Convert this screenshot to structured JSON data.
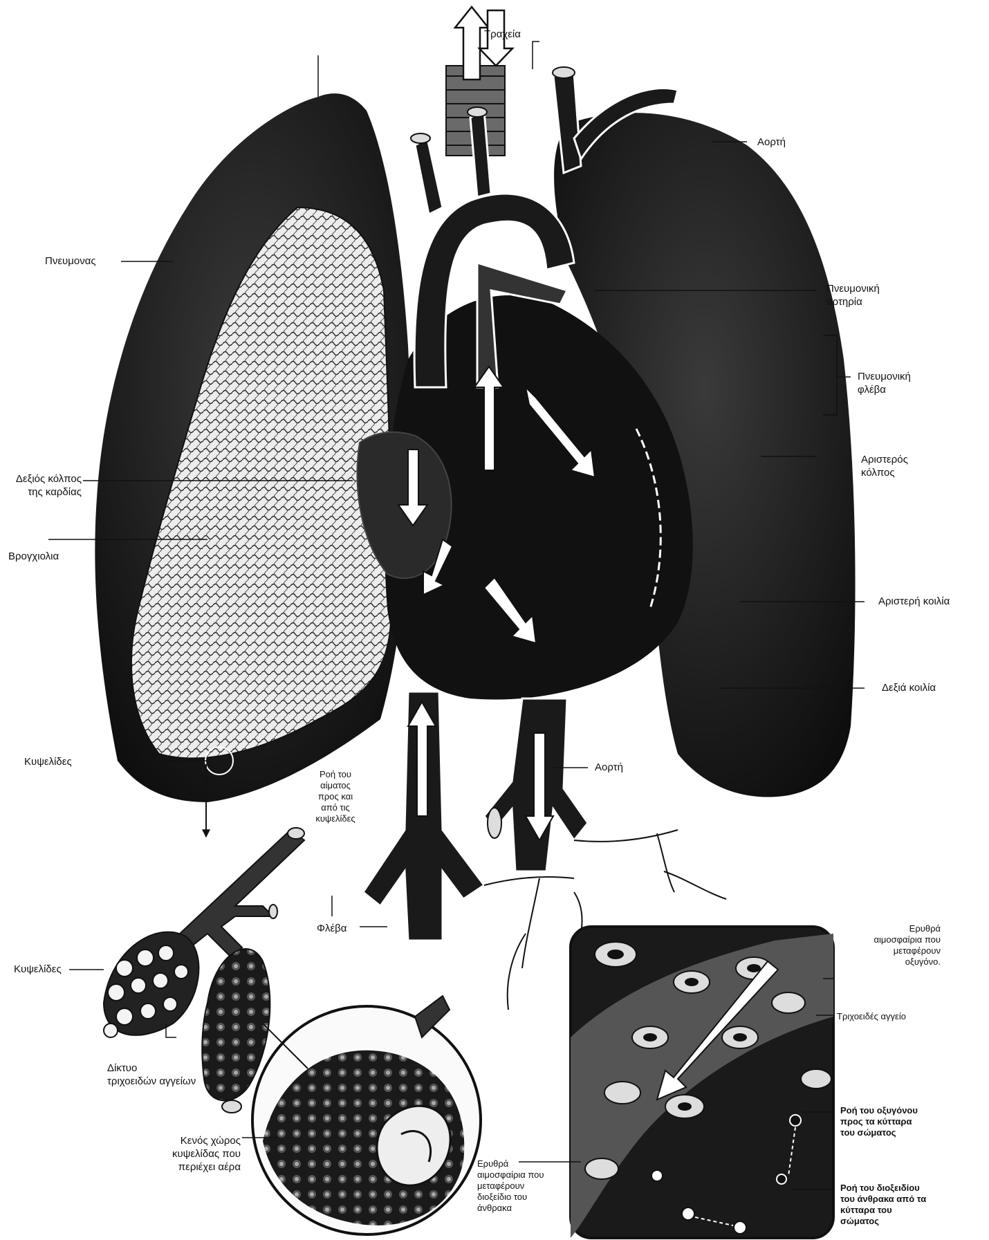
{
  "labels": {
    "trachea": "Τραχεία",
    "aorta_top": "Αορτή",
    "lung": "Πνευμονας",
    "pulmonary_artery": [
      "Πνευμονική",
      "αρτηρία"
    ],
    "pulmonary_vein": [
      "Πνευμονική",
      "φλέβα"
    ],
    "left_atrium": [
      "Αριστερός",
      "κόλπος"
    ],
    "right_atrium": [
      "Δεξιός κόλπος",
      "της καρδίας"
    ],
    "bronchioles": "Βρογχιολια",
    "left_ventricle": "Αριστερή κοιλία",
    "right_ventricle": "Δεξιά κοιλία",
    "alveoli_top": "Κυψελίδες",
    "blood_flow": [
      "Ροή του",
      "αίματος",
      "προς και",
      "από τις",
      "κυψελίδες"
    ],
    "aorta_bottom": "Αορτή",
    "vein": "Φλέβα",
    "alveoli_cluster": "Κυψελίδες",
    "capillary_network": [
      "Δίκτυο",
      "τριχοειδών αγγείων"
    ],
    "alveolus_space": [
      "Κενός χώρος",
      "κυψελίδας που",
      "περιέχει αέρα"
    ],
    "rbc_oxygen": [
      "Ερυθρά",
      "αιμοσφαίρια που",
      "μεταφέρουν",
      "οξυγόνο."
    ],
    "capillary": "Τριχοειδές αγγείο",
    "rbc_co2": [
      "Ερυθρά",
      "αιμοσφαίρια που",
      "μεταφέρουν",
      "διοξείδιο του",
      "άνθρακα"
    ],
    "oxygen_flow": [
      "Ροή του οξυγόνου",
      "προς τα κύτταρα",
      "του σώματος"
    ],
    "co2_flow": [
      "Ροή του διοξειδίου",
      "του άνθρακα από τα",
      "κύτταρα του",
      "σώματος"
    ]
  }
}
